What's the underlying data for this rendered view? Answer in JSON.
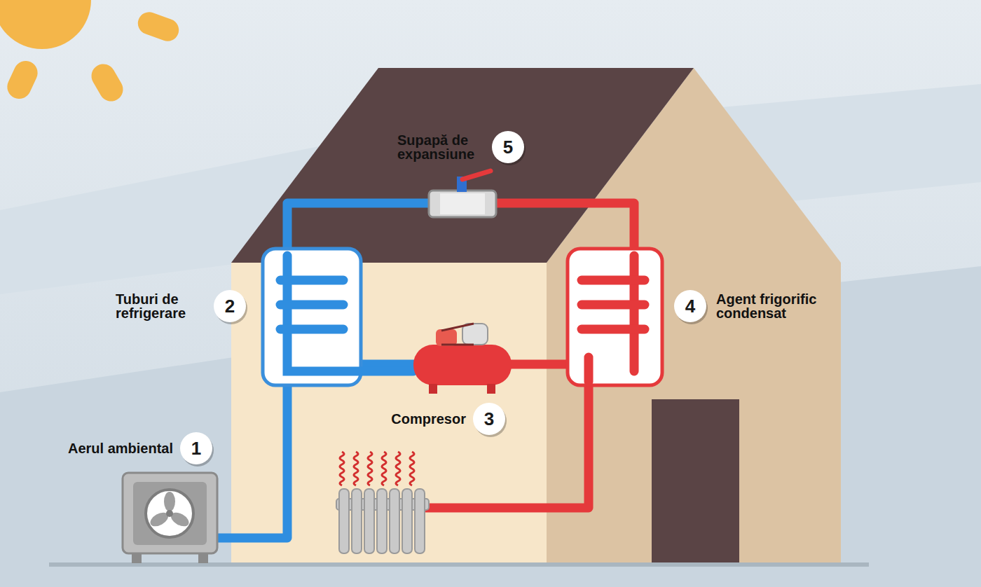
{
  "diagram": {
    "nodes": [
      {
        "text": [
          "Supapă de expansiune",
          "5"
        ]
      },
      {
        "text": [
          "Tuburi de refrigerare",
          "2"
        ]
      },
      {
        "text": [
          "Agent frigorific condensat",
          "4"
        ]
      },
      {
        "text": [
          "Compresor",
          "3"
        ]
      },
      {
        "text": [
          "Aerul ambiental",
          "1"
        ]
      }
    ]
  }
}
